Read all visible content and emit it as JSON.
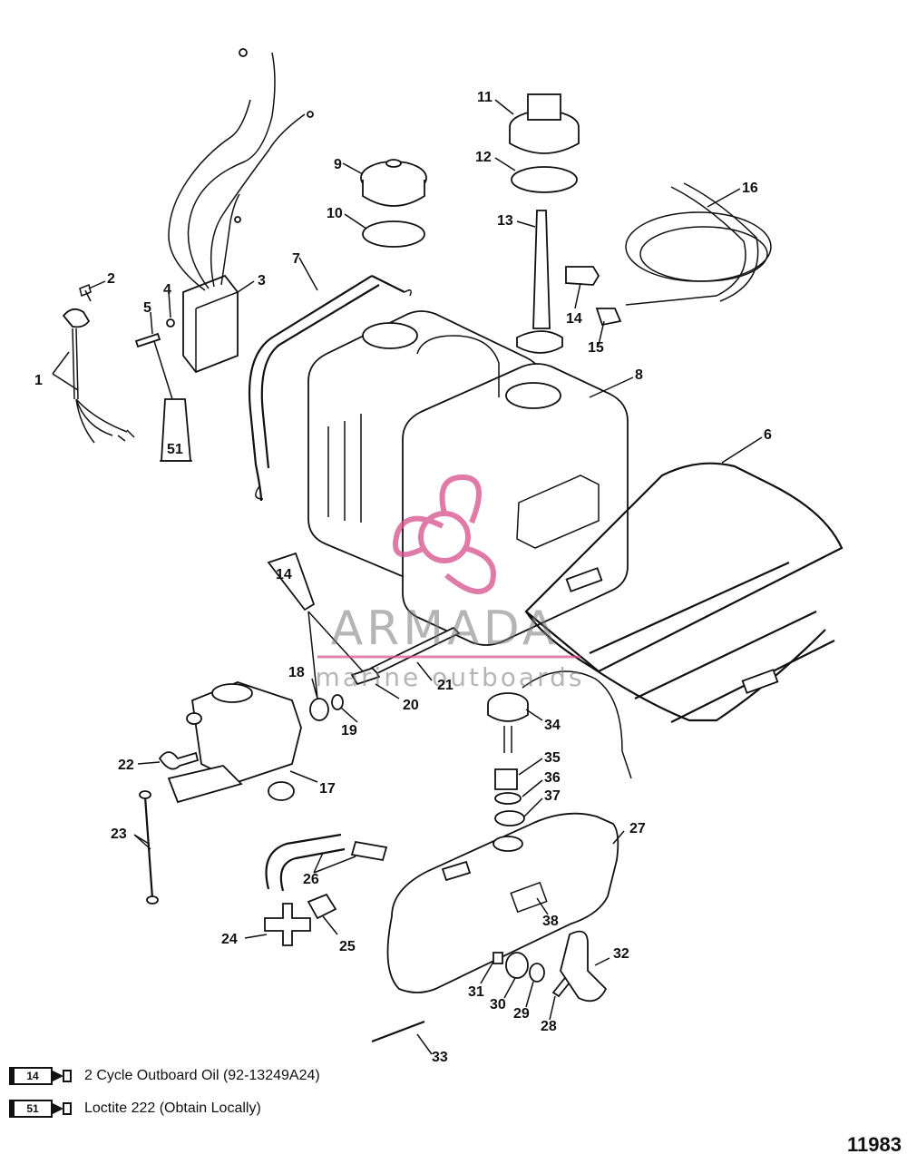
{
  "diagram": {
    "part_labels": [
      "1",
      "2",
      "3",
      "4",
      "5",
      "6",
      "7",
      "8",
      "9",
      "10",
      "11",
      "12",
      "13",
      "14",
      "15",
      "16",
      "17",
      "18",
      "19",
      "20",
      "21",
      "22",
      "23",
      "24",
      "25",
      "26",
      "27",
      "28",
      "29",
      "30",
      "31",
      "32",
      "33",
      "34",
      "35",
      "36",
      "37",
      "38"
    ],
    "tube_labels": {
      "sealant_on_5": "51",
      "oil_tube": "14"
    },
    "drawing_number": "11983"
  },
  "watermark": {
    "brand": "ARMADA",
    "tagline": "marine outboards",
    "color": "#d64f8c"
  },
  "legend": [
    {
      "code": "14",
      "text": "2 Cycle Outboard Oil (92-13249A24)"
    },
    {
      "code": "51",
      "text": "Loctite 222  (Obtain Locally)"
    }
  ]
}
